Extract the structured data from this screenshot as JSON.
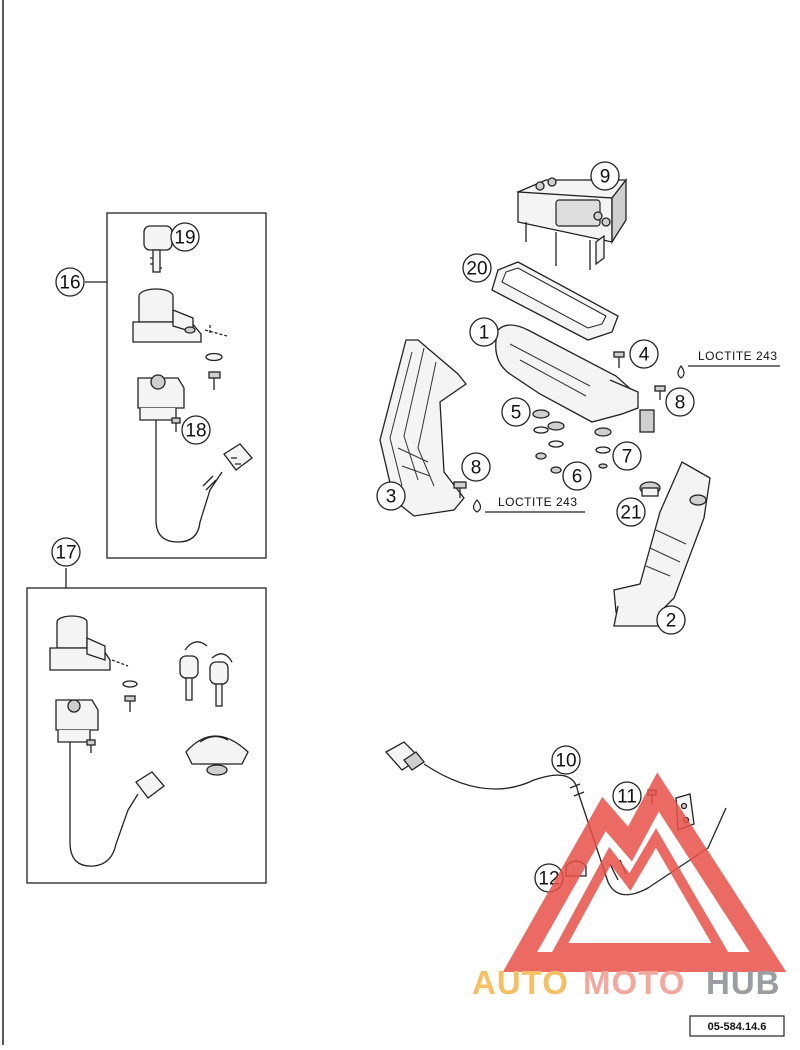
{
  "diagram": {
    "callouts": {
      "1": "1",
      "2": "2",
      "3": "3",
      "4": "4",
      "5": "5",
      "6": "6",
      "7": "7",
      "8a": "8",
      "8b": "8",
      "9": "9",
      "10": "10",
      "11": "11",
      "12": "12",
      "16": "16",
      "17": "17",
      "18": "18",
      "19": "19",
      "20": "20",
      "21": "21"
    },
    "loctite_label": "LOCTITE 243",
    "reference_code": "05-584.14.6"
  },
  "watermark": {
    "text_part1": "AUTO",
    "text_part2": "MOTO",
    "text_part3": "HUB",
    "colors": {
      "triangle": "#e8524a",
      "auto": "#f5b54a",
      "moto": "#f29a8c",
      "hub": "#8a8c90"
    }
  }
}
